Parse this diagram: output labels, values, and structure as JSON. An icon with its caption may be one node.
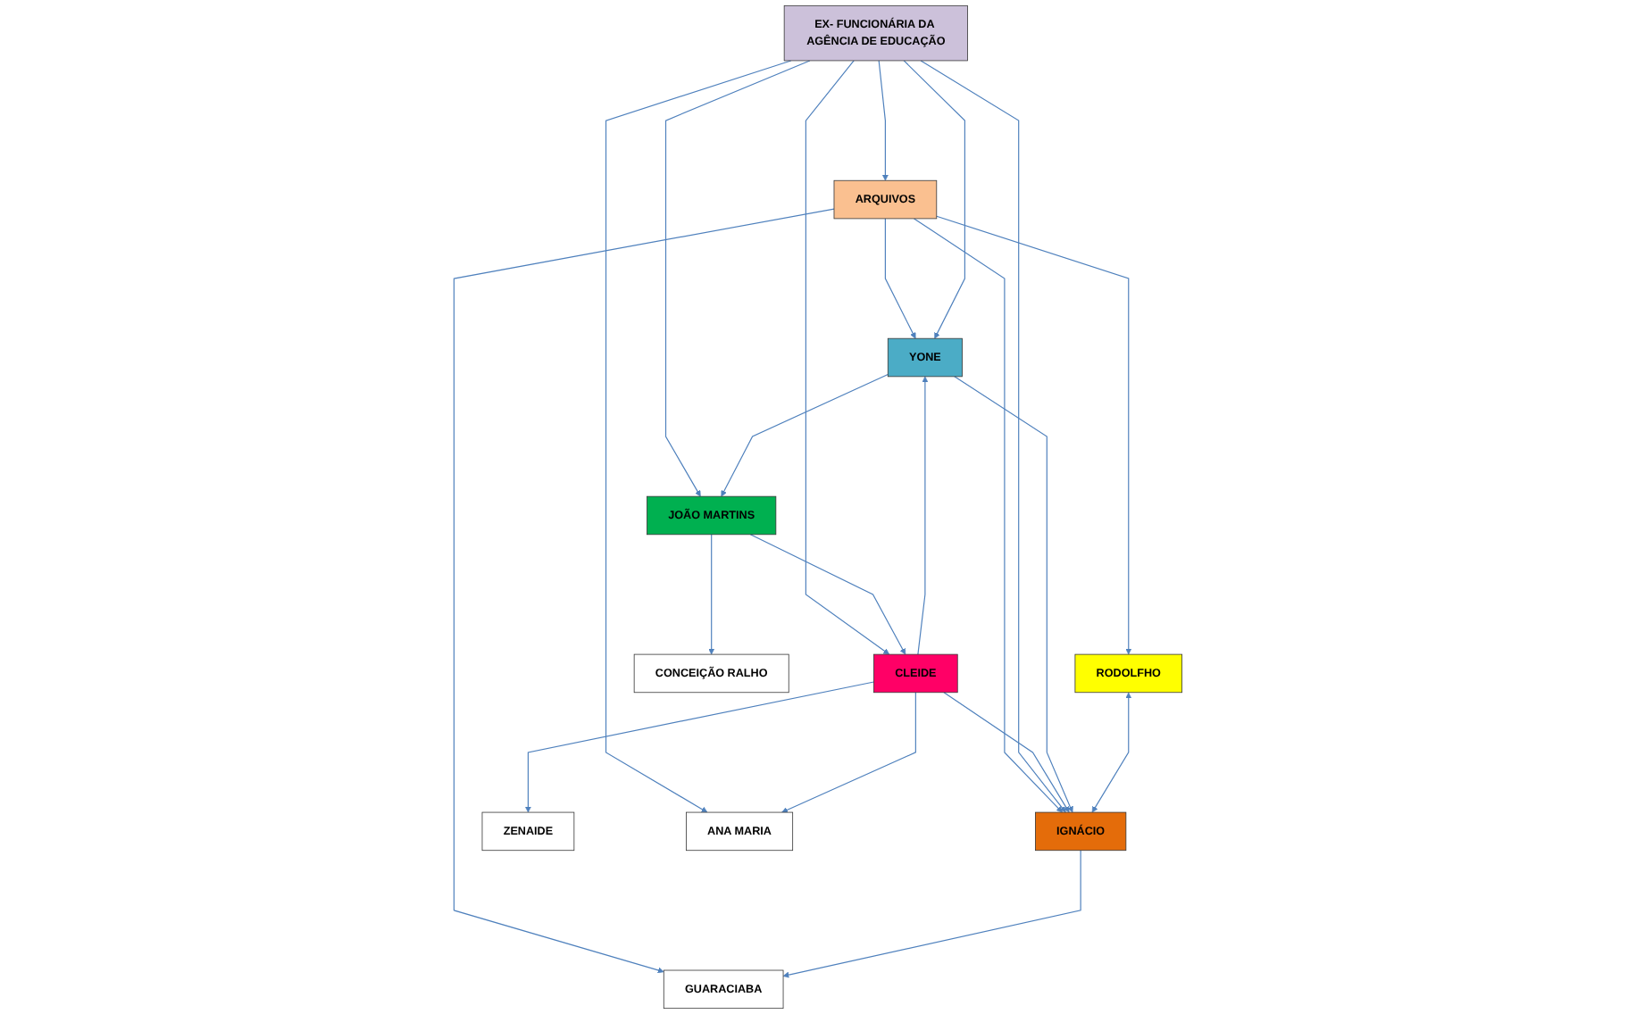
{
  "diagram": {
    "nodes": [
      {
        "text": [
          "ARQUIVOS"
        ]
      },
      {
        "text": [
          "EX- FUNCIONÁRIA DA AGÊNCIA DE EDUCAÇÃO"
        ]
      },
      {
        "text": [
          "RODOLFHO"
        ]
      },
      {
        "text": [
          "YONE"
        ]
      },
      {
        "text": [
          "ANA MARIA"
        ]
      },
      {
        "text": [
          "CLEIDE"
        ]
      },
      {
        "text": [
          "GUARACIABA"
        ]
      },
      {
        "text": [
          "JOÃO MARTINS"
        ]
      },
      {
        "text": [
          "IGNÁCIO"
        ]
      },
      {
        "text": [
          "ZENAIDE"
        ]
      },
      {
        "text": [
          "CONCEIÇÃO RALHO"
        ]
      }
    ],
    "edges": [
      {
        "from": 1,
        "to": 0,
        "arrow": "to"
      },
      {
        "from": 0,
        "to": 2,
        "arrow": "to"
      },
      {
        "from": 0,
        "to": 3,
        "arrow": "to"
      },
      {
        "from": 0,
        "to": 6,
        "arrow": "to"
      },
      {
        "from": 0,
        "to": 8,
        "arrow": "to"
      },
      {
        "from": 1,
        "to": 3,
        "arrow": "to"
      },
      {
        "from": 1,
        "to": 4,
        "arrow": "to"
      },
      {
        "from": 1,
        "to": 5,
        "arrow": "to"
      },
      {
        "from": 1,
        "to": 7,
        "arrow": "to"
      },
      {
        "from": 1,
        "to": 8,
        "arrow": "to"
      },
      {
        "from": 5,
        "to": 4,
        "arrow": "to"
      },
      {
        "from": 5,
        "to": 3,
        "arrow": "to"
      },
      {
        "from": 5,
        "to": 8,
        "arrow": "to"
      },
      {
        "from": 7,
        "to": 5,
        "arrow": "to"
      },
      {
        "from": 3,
        "to": 8,
        "arrow": "to"
      },
      {
        "from": 3,
        "to": 7,
        "arrow": "to"
      },
      {
        "from": 8,
        "to": 6,
        "arrow": "to"
      },
      {
        "from": 2,
        "to": 8,
        "arrow": "both"
      },
      {
        "from": 5,
        "to": 9,
        "arrow": "to"
      },
      {
        "from": 7,
        "to": 10,
        "arrow": "to"
      }
    ]
  }
}
